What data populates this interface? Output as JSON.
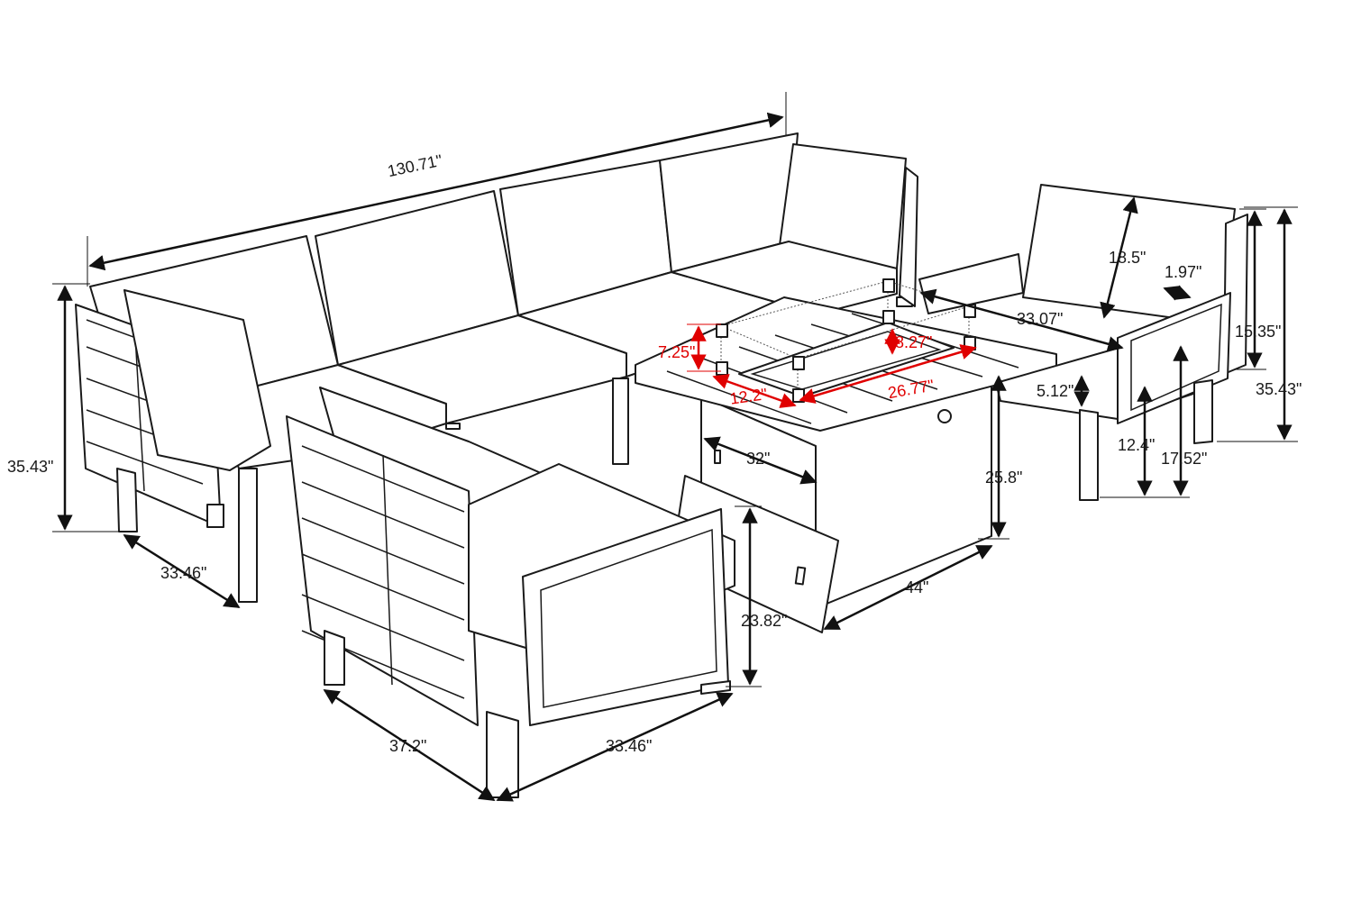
{
  "dimensions": {
    "sectional_width": "130.71\"",
    "sofa_height": "35.43\"",
    "sofa_depth": "33.46\"",
    "chair_back_height": "18.5\"",
    "arm_width": "1.97\"",
    "chair_width_right": "33.07\"",
    "arm_height_to_seat": "15.35\"",
    "chair_height_right": "35.43\"",
    "seat_cushion_thickness": "5.12\"",
    "seat_height": "12.4\"",
    "arm_height": "17.52\"",
    "burner_height": "7.25\"",
    "burner_depth": "12.2\"",
    "burner_length": "26.77\"",
    "burner_inner_height": "8.27\"",
    "table_depth": "32\"",
    "table_height": "25.8\"",
    "table_length": "44\"",
    "lid_height": "23.82\"",
    "chair_depth_front": "37.2\"",
    "chair_width_front": "33.46\""
  },
  "colors": {
    "line": "#1a1a1a",
    "highlight": "#e00000",
    "background": "#ffffff"
  }
}
